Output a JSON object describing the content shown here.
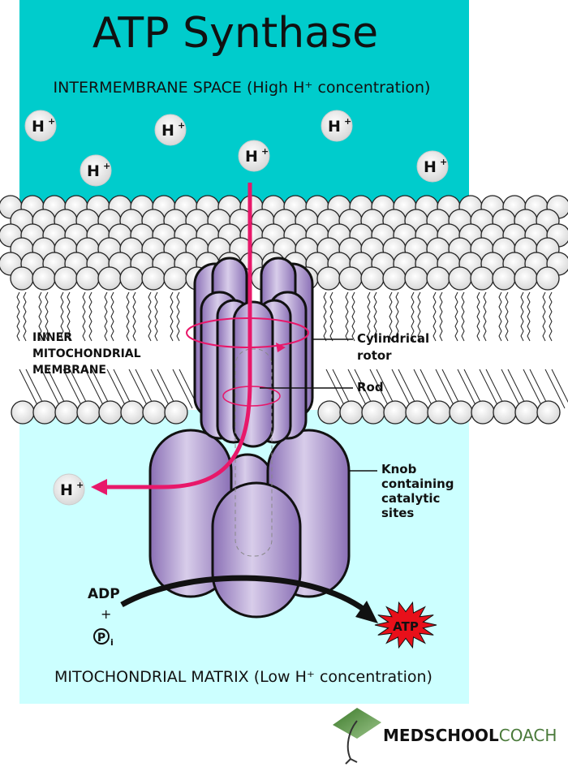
{
  "title": "ATP Synthase",
  "intermembrane_label": "INTERMEMBRANE SPACE (High H⁺ concentration)",
  "matrix_label": "MITOCHONDRIAL MATRIX (Low H⁺ concentration)",
  "membrane_label": [
    "INNER",
    "MITOCHONDRIAL",
    "MEMBRANE"
  ],
  "proton": {
    "symbol": "H",
    "charge": "+"
  },
  "callouts": {
    "rotor": [
      "Cylindrical",
      "rotor"
    ],
    "rod": "Rod",
    "knob": [
      "Knob",
      "containing",
      "catalytic",
      "sites"
    ]
  },
  "reactants": {
    "adp": "ADP",
    "plus": "+",
    "pi": "P",
    "pi_sub": "i"
  },
  "product": "ATP",
  "logo": {
    "bold": "MEDSCHOOL",
    "light": "COACH"
  },
  "colors": {
    "intermembrane": "#00cccc",
    "matrix": "#ccffff",
    "protein": "#a58cc8",
    "proton_path": "#e8186a",
    "atp_burst": "#e8101a",
    "logo_green": "#4a7a3a"
  }
}
